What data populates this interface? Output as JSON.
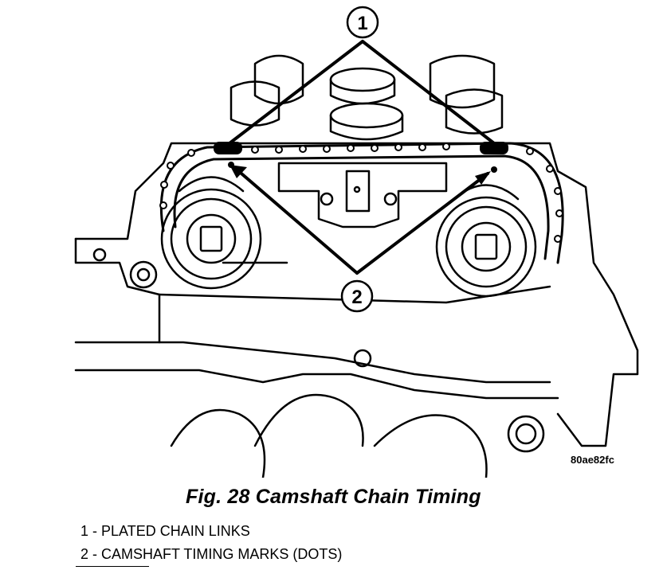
{
  "figure": {
    "caption": "Fig. 28 Camshaft Chain Timing",
    "image_code": "80ae82fc",
    "callouts": [
      {
        "number": "1",
        "label": "PLATED CHAIN LINKS"
      },
      {
        "number": "2",
        "label": "CAMSHAFT TIMING MARKS (DOTS)"
      }
    ],
    "legend": [
      "1 - PLATED CHAIN LINKS",
      "2 - CAMSHAFT TIMING MARKS (DOTS)"
    ]
  }
}
